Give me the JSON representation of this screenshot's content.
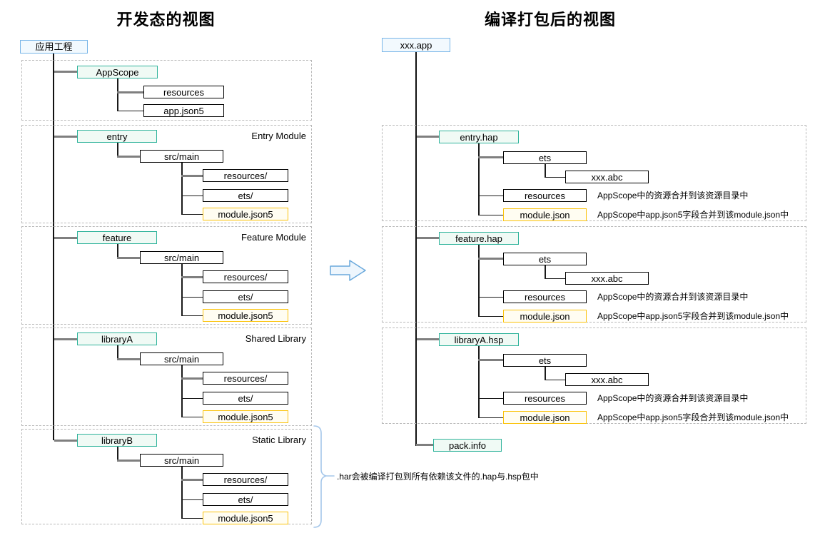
{
  "colors": {
    "blue_border": "#78b5e8",
    "blue_bg": "#f2f9fe",
    "teal_border": "#2fb39b",
    "teal_bg": "#f0faf5",
    "yellow_border": "#fbc30b",
    "yellow_bg": "#fffdf2",
    "plain_border": "#000000",
    "dashed_border": "#b9b9b9",
    "line_thin": "#1a1a1a",
    "line_thick": "#7f7f7f",
    "arrow_border": "#6aa9dc",
    "arrow_fill": "#eef6fd",
    "brace_color": "#a5c7ea"
  },
  "dev_view": {
    "title": "开发态的视图",
    "root": "应用工程",
    "appscope": {
      "name": "AppScope",
      "resources": "resources",
      "app_json": "app.json5"
    },
    "modules": [
      {
        "name": "entry",
        "type_label": "Entry Module",
        "src": "src/main",
        "resources": "resources/",
        "ets": "ets/",
        "module_json": "module.json5"
      },
      {
        "name": "feature",
        "type_label": "Feature Module",
        "src": "src/main",
        "resources": "resources/",
        "ets": "ets/",
        "module_json": "module.json5"
      },
      {
        "name": "libraryA",
        "type_label": "Shared Library",
        "src": "src/main",
        "resources": "resources/",
        "ets": "ets/",
        "module_json": "module.json5"
      },
      {
        "name": "libraryB",
        "type_label": "Static Library",
        "src": "src/main",
        "resources": "resources/",
        "ets": "ets/",
        "module_json": "module.json5"
      }
    ]
  },
  "build_view": {
    "title": "编译打包后的视图",
    "root": "xxx.app",
    "packages": [
      {
        "name": "entry.hap",
        "ets": "ets",
        "abc": "xxx.abc",
        "resources": "resources",
        "module_json": "module.json",
        "resources_note": "AppScope中的资源合并到该资源目录中",
        "module_note": "AppScope中app.json5字段合并到该module.json中"
      },
      {
        "name": "feature.hap",
        "ets": "ets",
        "abc": "xxx.abc",
        "resources": "resources",
        "module_json": "module.json",
        "resources_note": "AppScope中的资源合并到该资源目录中",
        "module_note": "AppScope中app.json5字段合并到该module.json中"
      },
      {
        "name": "libraryA.hsp",
        "ets": "ets",
        "abc": "xxx.abc",
        "resources": "resources",
        "module_json": "module.json",
        "resources_note": "AppScope中的资源合并到该资源目录中",
        "module_note": "AppScope中app.json5字段合并到该module.json中"
      }
    ],
    "pack_info": "pack.info"
  },
  "notes": {
    "har_note": ".har会被编译打包到所有依赖该文件的.hap与.hsp包中"
  }
}
